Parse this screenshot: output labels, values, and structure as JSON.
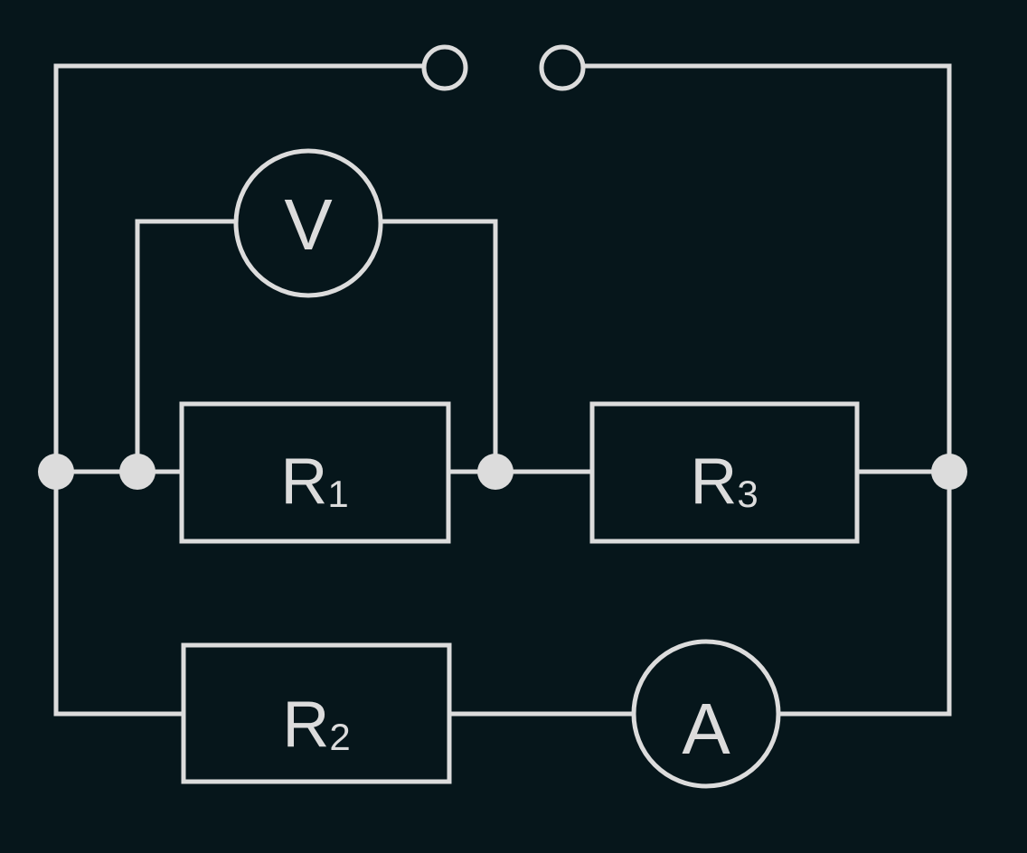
{
  "diagram": {
    "colors": {
      "background": "#06161b",
      "line": "#dcdcdc"
    },
    "resistors": {
      "r1": {
        "main": "R",
        "sub": "1"
      },
      "r2": {
        "main": "R",
        "sub": "2"
      },
      "r3": {
        "main": "R",
        "sub": "3"
      }
    },
    "meters": {
      "voltmeter": "V",
      "ammeter": "A"
    }
  }
}
